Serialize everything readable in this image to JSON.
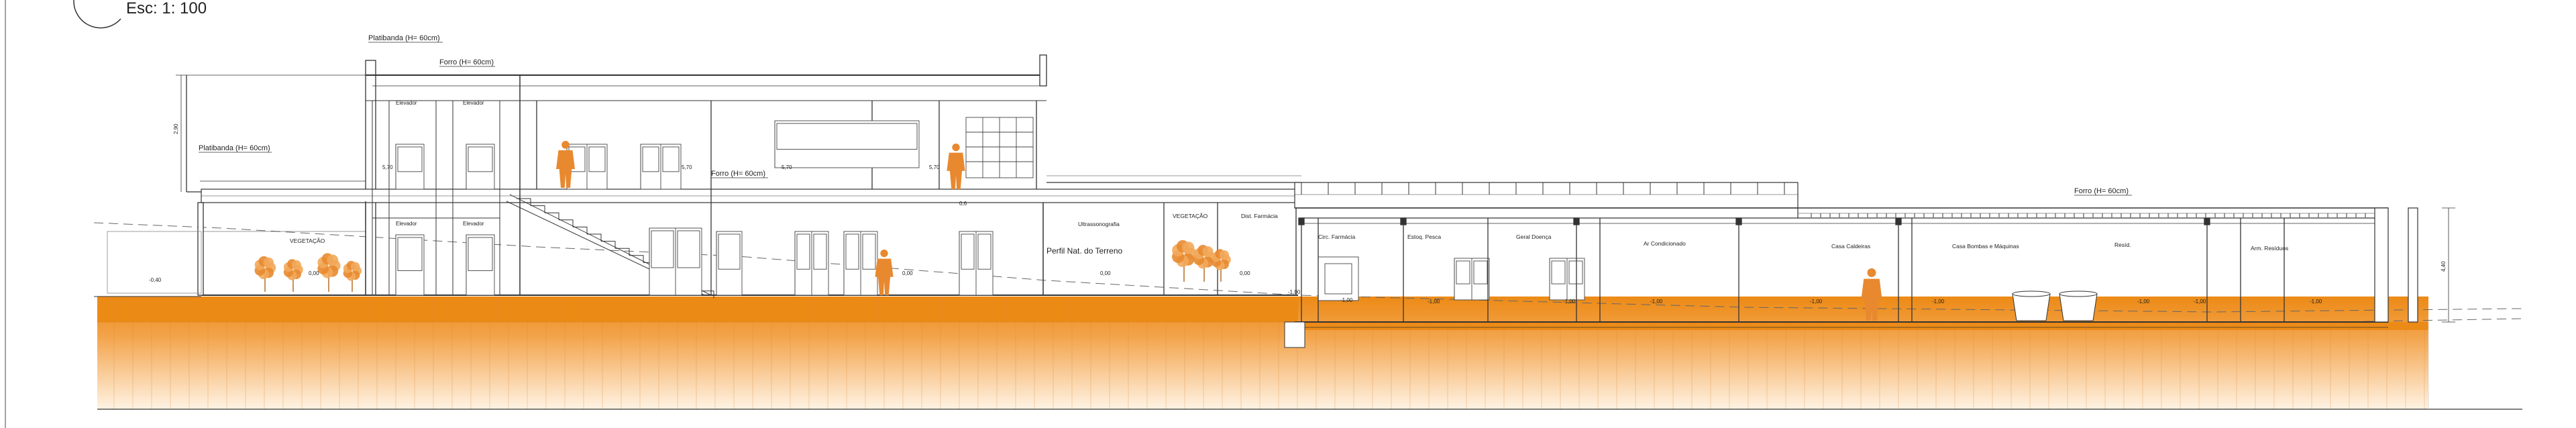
{
  "drawing": {
    "scale_label": "Esc: 1: 100",
    "labels": {
      "platibanda_upper": "Platibanda (H= 60cm)",
      "platibanda_left": "Platibanda (H= 60cm)",
      "forro_top": "Forro (H= 60cm)",
      "forro_mid": "Forro (H= 60cm)",
      "forro_right": "Forro (H= 60cm)",
      "dim_height": "2,90",
      "dim_right": "4,40",
      "vegetacao_1": "VEGETAÇÃO",
      "vegetacao_2": "VEGETAÇÃO",
      "ultrassonografia": "Ultrassonografia",
      "perfil": "Perfil Nat. do Terreno",
      "dist_farmacia": "Dist. Farmácia",
      "circ_farmacia": "Circ. Farmácia",
      "estoq_pesca": "Estoq. Pesca",
      "geral_doenca": "Geral Doença",
      "ar_condicionado": "Ar Condicionado",
      "casa_caldeiras": "Casa Caldeiras",
      "casa_bombas": "Casa Bombas e Máquinas",
      "resid": "Resíd.",
      "arm_residuos": "Arm. Resíduos",
      "elevador_1": "Elevador",
      "elevador_2": "Elevador",
      "elevador_3": "Elevador",
      "elevador_4": "Elevador",
      "level_570a": "5,70",
      "level_570b": "5,70",
      "level_570c": "5,70",
      "level_570d": "5,70",
      "level_000a": "0,00",
      "level_000b": "0,00",
      "level_000c": "0,00",
      "level_000d": "0,00",
      "level_m040": "-0,40",
      "level_m100a": "-1,00",
      "level_m100b": "-1,00",
      "level_m100c": "-1,00",
      "level_m100d": "-1,00",
      "level_m100e": "-1,00",
      "level_m100f": "-1,00",
      "level_m100g": "-1,00",
      "level_m100h": "-1,00",
      "level_m100i": "-1,00",
      "level_m100j": "-1,00",
      "slab_label": "0,6"
    },
    "colors": {
      "ground": "#ec8a16",
      "ground_light": "#fde6c6",
      "figure": "#e88930",
      "line": "#333333"
    }
  }
}
